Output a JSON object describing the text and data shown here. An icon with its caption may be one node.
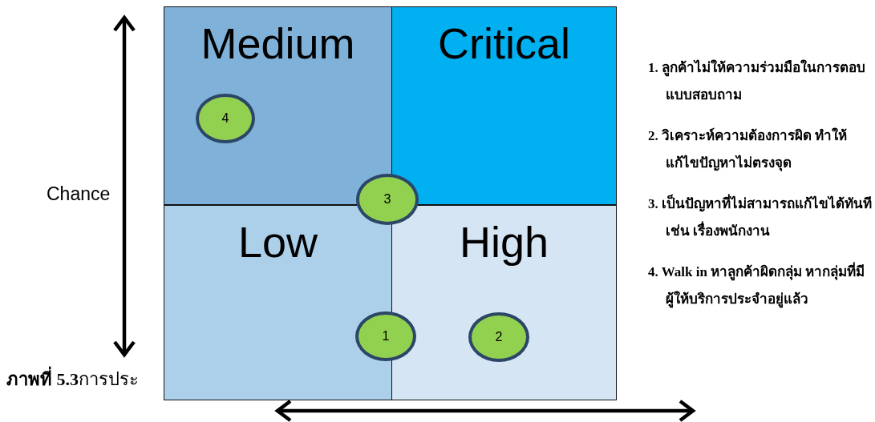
{
  "diagram": {
    "caption": "**ภาพที่ 5.3**การประ",
    "nodes": [
      {
        "text": [
          "Medium"
        ]
      },
      {
        "text": [
          "Critical"
        ]
      },
      {
        "text": [
          "4"
        ],
        "in": 0
      },
      {
        "text": [
          "3"
        ]
      },
      {
        "text": [
          "Low"
        ]
      },
      {
        "text": [
          "High"
        ]
      },
      {
        "text": [
          "1"
        ]
      },
      {
        "text": [
          "2"
        ],
        "in": 5
      }
    ],
    "edges": [],
    "labels": [
      "Chance",
      "1. ลูกค้าไม่ให้ความร่วมมือในการตอบแบบสอบถาม",
      "2. วิเคราะห์ความต้องการผิด ทำให้แก้ไขปัญหาไม่ตรงจุด",
      "3. เป็นปัญหาที่ไม่สามารถแก้ไขได้ทันที เช่น เรื่องพนักงาน",
      "4. Walk in หาลูกค้าผิดกลุ่ม หากลุ่มที่มีผู้ให้บริการประจำอยู่แล้ว"
    ]
  }
}
